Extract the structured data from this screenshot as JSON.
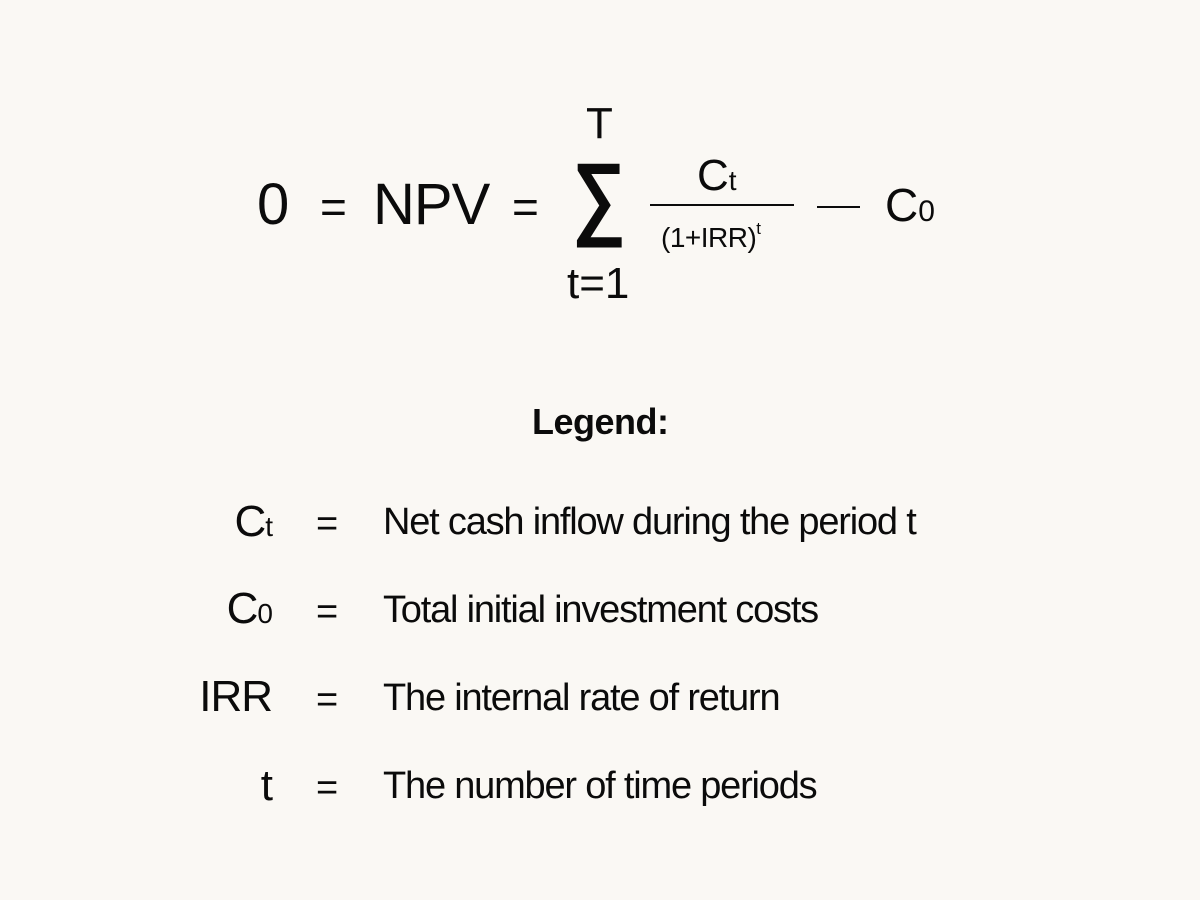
{
  "background_color": "#FAF8F4",
  "text_color": "#0B0B0B",
  "formula": {
    "lhs_zero": "0",
    "eq1": "=",
    "npv": "NPV",
    "eq2": "=",
    "sigma": "∑",
    "sum_upper": "T",
    "sum_lower": "t=1",
    "numerator_base": "C",
    "numerator_sub": "t",
    "denominator_base": "(1+IRR)",
    "denominator_exp": "t",
    "minus": "—",
    "c0_base": "C",
    "c0_sub": "0"
  },
  "legend": {
    "title": "Legend:",
    "items": [
      {
        "symbol_base": "C",
        "symbol_sub": "t",
        "eq": "=",
        "description": "Net cash inflow during the period t"
      },
      {
        "symbol_base": "C",
        "symbol_sub": "0",
        "eq": "=",
        "description": "Total initial investment costs"
      },
      {
        "symbol_base": "IRR",
        "symbol_sub": "",
        "eq": "=",
        "description": "The internal rate of return"
      },
      {
        "symbol_base": "t",
        "symbol_sub": "",
        "eq": "=",
        "description": "The number of time periods"
      }
    ]
  }
}
